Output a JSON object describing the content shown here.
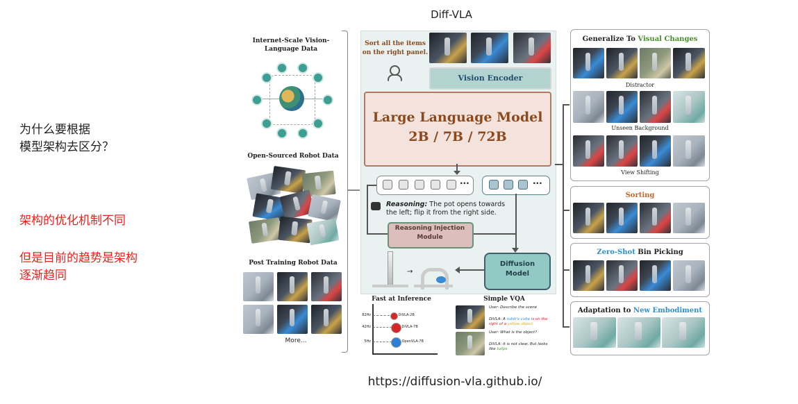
{
  "title": "Diff-VLA",
  "url": "https://diffusion-vla.github.io/",
  "notes": {
    "question_line1": "为什么要根据",
    "question_line2": "模型架构去区分？",
    "red_line1": "架构的优化机制不同",
    "red_line2": "但是目前的趋势是架构",
    "red_line3": "逐渐趋同"
  },
  "left_column": {
    "internet_title_line1": "Internet-Scale Vision-",
    "internet_title_line2": "Language Data",
    "open_sourced_title": "Open-Sourced Robot Data",
    "post_training_title": "Post Training Robot Data",
    "more_label": "More..."
  },
  "center": {
    "instruction_line1": "Sort all the items",
    "instruction_line2": "on the right panel.",
    "vision_encoder": "Vision Encoder",
    "llm_title": "Large Language Model",
    "llm_sizes": "2B / 7B / 72B",
    "dots": "···",
    "reasoning_label": "Reasoning:",
    "reasoning_text": "The pot opens towards the left; flip it from the right side.",
    "reasoning_module_line1": "Reasoning Injection",
    "reasoning_module_line2": "Module",
    "diffusion_line1": "Diffusion",
    "diffusion_line2": "Model",
    "fast_title": "Fast at Inference",
    "fast_rows": [
      {
        "hz": "82Hz",
        "name": "DiVLA-2B",
        "color": "#d62728"
      },
      {
        "hz": "42Hz",
        "name": "DiVLA-7B",
        "color": "#d62728"
      },
      {
        "hz": "5Hz",
        "name": "OpenVLA-7B",
        "color": "#2f7fd6"
      }
    ],
    "vqa_title": "Simple VQA",
    "vqa_q1": "User: Describe the scene",
    "vqa_a1_pre": "DiVLA: A ",
    "vqa_a1_obj": "rubik's cube",
    "vqa_a1_mid": " is on the right of a ",
    "vqa_a1_obj2": "yellow object",
    "vqa_q2": "User: What is the object?",
    "vqa_a2_pre": "DiVLA: It is not clear, But looks like ",
    "vqa_a2_obj": "tulips"
  },
  "right_column": {
    "generalize_pre": "Generalize To ",
    "generalize_hl": "Visual Changes",
    "distractor": "Distractor",
    "unseen_bg": "Unseen Background",
    "view_shift": "View Shifting",
    "sorting": "Sorting",
    "zeroshot_hl": "Zero-Shot",
    "zeroshot_rest": " Bin Picking",
    "adapt_pre": "Adaptation to ",
    "adapt_hl": "New Embodiment"
  },
  "colors": {
    "green": "#4a8f2a",
    "orange": "#c8642a",
    "blue": "#2f8fd6",
    "llm_text": "#8b4a1e",
    "red_note": "#e8221c"
  }
}
